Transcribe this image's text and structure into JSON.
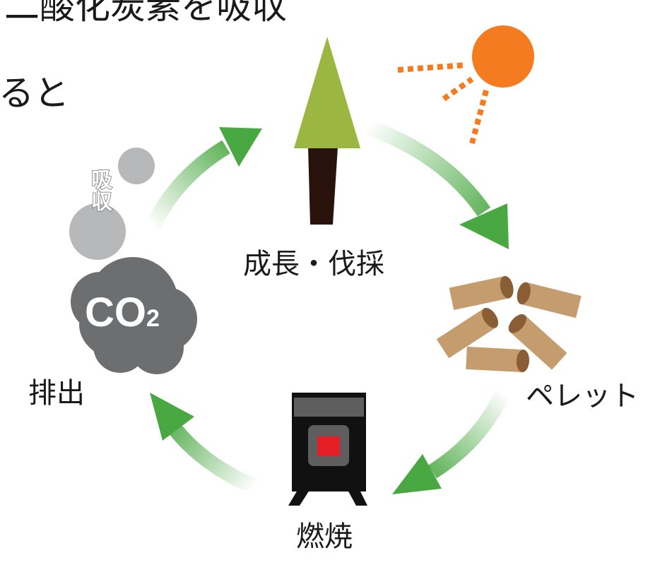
{
  "heading": {
    "line1": "二酸化炭素を吸収",
    "line2": "ると"
  },
  "cycle": {
    "growth_label": "成長・伐採",
    "pellet_label": "ペレット",
    "burn_label": "燃焼",
    "emit_label": "排出",
    "absorb_label": "吸収",
    "co2_main": "CO",
    "co2_sub": "2"
  },
  "colors": {
    "arrow_green": "#4aa843",
    "tree_green": "#9bb641",
    "trunk": "#2a120c",
    "sun_orange": "#f47b20",
    "pellet_tan": "#c59c6d",
    "pellet_end": "#8a5d35",
    "stove_black": "#111111",
    "stove_grey": "#5e5e5e",
    "stove_fire": "#e61e26",
    "co2_cloud": "#6d6e70",
    "smoke_grey": "#b7b8ba"
  },
  "icons": [
    "tree-icon",
    "sun-icon",
    "pellets-icon",
    "stove-icon",
    "co2-cloud-icon",
    "smoke-puff-icon",
    "cycle-arrow-icon"
  ]
}
